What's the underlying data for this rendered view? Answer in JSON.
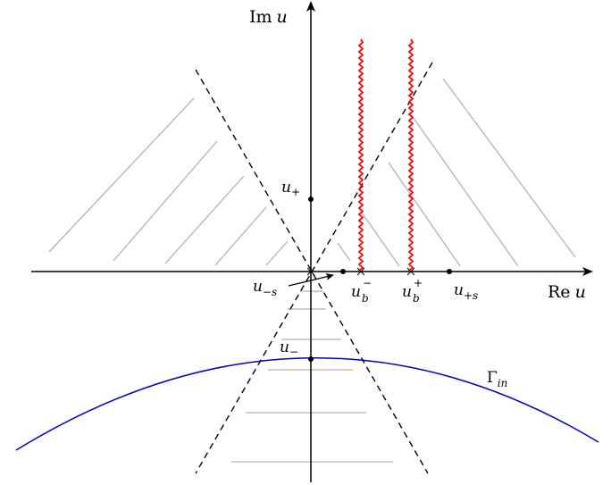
{
  "axes": {
    "imag_prefix": "Im",
    "imag_var": "u",
    "real_prefix": "Re",
    "real_var": "u"
  },
  "points": {
    "u_plus": {
      "base": "u",
      "sub": "+"
    },
    "u_minus": {
      "base": "u",
      "sub": "−"
    },
    "u_minus_s": {
      "base": "u",
      "sub": "−s"
    },
    "u_plus_s": {
      "base": "u",
      "sub": "+s"
    },
    "u_b_minus": {
      "base": "u",
      "sub": "b",
      "sup": "−"
    },
    "u_b_plus": {
      "base": "u",
      "sub": "b",
      "sup": "+"
    }
  },
  "contour": {
    "base": "Γ",
    "sub": "in"
  },
  "colors": {
    "axis": "#000000",
    "hatch": "#b3b3b3",
    "branch_cut": "#ff0000",
    "contour": "#0000cc",
    "dashed": "#000000"
  }
}
